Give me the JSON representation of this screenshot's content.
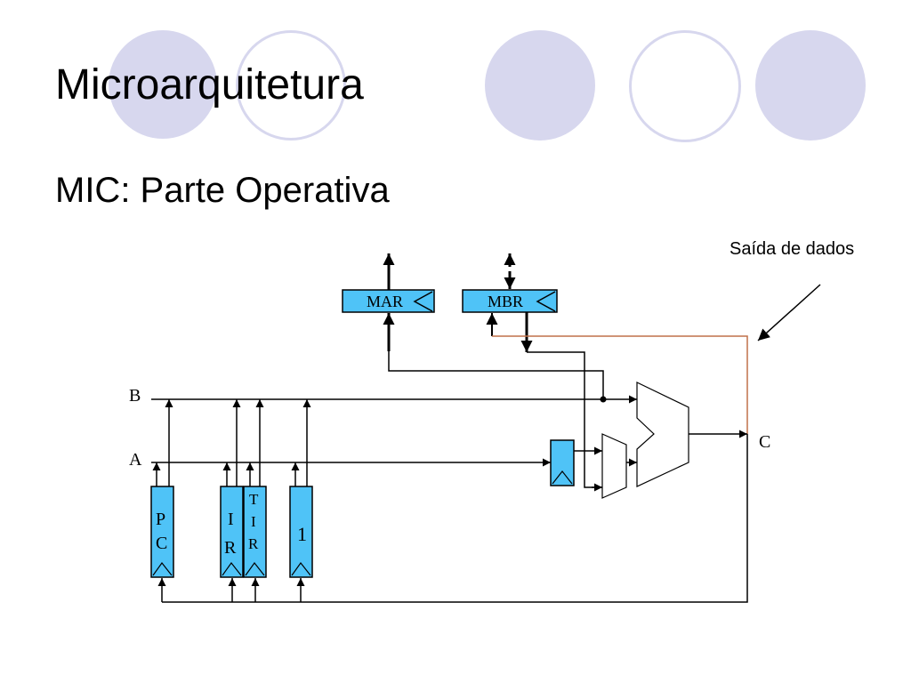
{
  "slide": {
    "title": "Microarquitetura",
    "subtitle": "MIC: Parte Operativa"
  },
  "diagram": {
    "annotation": "Saída de dados",
    "registers": {
      "mar": "MAR",
      "mbr": "MBR",
      "pc": [
        "P",
        "C"
      ],
      "ir": [
        "I",
        "R"
      ],
      "tir": [
        "T",
        "I",
        "R"
      ],
      "one": "1"
    },
    "buses": {
      "a": "A",
      "b": "B",
      "c": "C"
    }
  },
  "colors": {
    "register_fill": "#4fc3f7",
    "decor_circle": "#d7d7ee",
    "c_bus_line": "#c0704a",
    "line": "#000000"
  }
}
